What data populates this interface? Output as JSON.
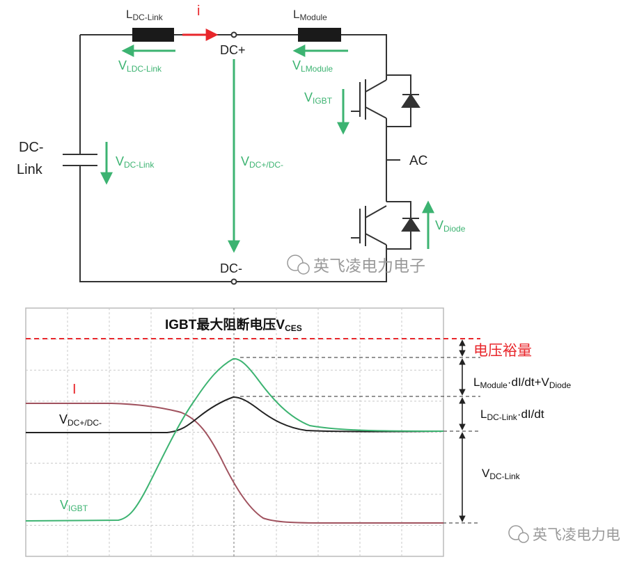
{
  "circuit": {
    "l_dclink": {
      "main": "L",
      "sub": "DC-Link"
    },
    "current_label": "i",
    "l_module": {
      "main": "L",
      "sub": "Module"
    },
    "dc_plus": "DC+",
    "dc_minus": "DC-",
    "dclink_label_1": "DC-",
    "dclink_label_2": "Link",
    "ac": "AC",
    "v_ldclink": {
      "main": "V",
      "sub": "LDC-Link"
    },
    "v_lmodule": {
      "main": "V",
      "sub": "LModule"
    },
    "v_igbt": {
      "main": "V",
      "sub": "IGBT"
    },
    "v_dclink": {
      "main": "V",
      "sub": "DC-Link"
    },
    "v_dcpm": {
      "main": "V",
      "sub": "DC+/DC-"
    },
    "v_diode": {
      "main": "V",
      "sub": "Diode"
    },
    "watermark": "英飞凌电力电子"
  },
  "waveform": {
    "title": {
      "main": "IGBT最大阻断电压V",
      "sub": "CES"
    },
    "label_i": "I",
    "label_vdc": {
      "main": "V",
      "sub": "DC+/DC-"
    },
    "label_vigbt": {
      "main": "V",
      "sub": "IGBT"
    },
    "margin": "电压裕量",
    "lmod": {
      "pre": "L",
      "sub1": "Module",
      "mid": "·dI/dt+V",
      "sub2": "Diode"
    },
    "ldc": {
      "pre": "L",
      "sub1": "DC-Link",
      "mid": "·dI/dt"
    },
    "vdclink": {
      "main": "V",
      "sub": "DC-Link"
    },
    "watermark": "英飞凌电力电子"
  },
  "colors": {
    "green": "#3cb371",
    "red": "#e8262b",
    "maroon": "#a0525e",
    "black": "#222222",
    "grid": "#c8c8c8"
  }
}
